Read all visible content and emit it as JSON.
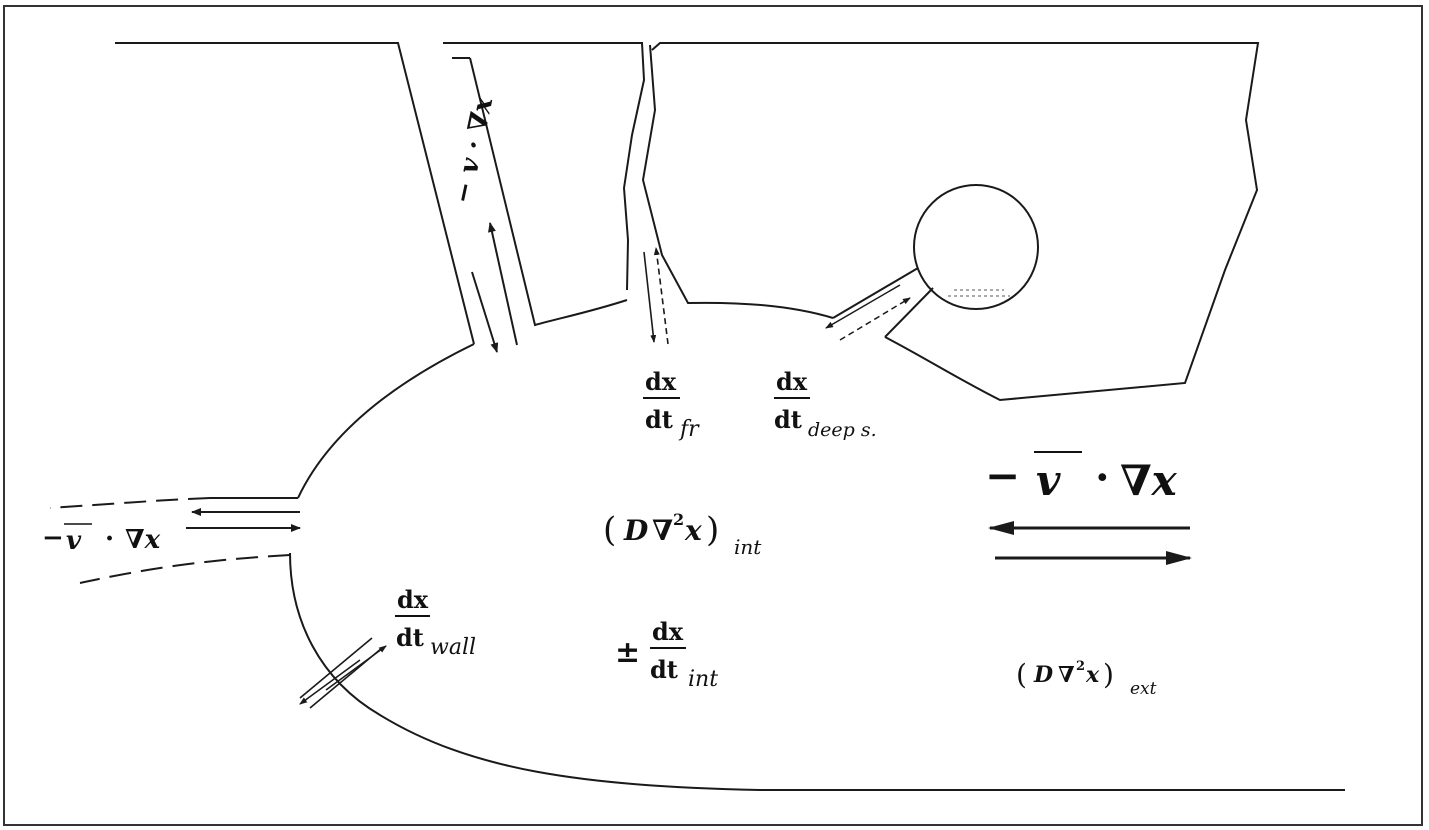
{
  "labels": {
    "adv_channel": "− v · ∇x",
    "frac_num": "dx",
    "frac_den": "dt",
    "fr_sub": "fr",
    "deep_sub": "deep s.",
    "wall_sub": "wall",
    "int_sub": "int",
    "ext_sub": "ext",
    "pm": "±",
    "diff_open": "(",
    "diff_D": "D",
    "diff_nabla": "∇",
    "diff_sup": "2",
    "diff_x": "x",
    "diff_close": ")",
    "adv_minus": "−",
    "adv_v": "v",
    "adv_dot": "·",
    "adv_grad": "∇x"
  }
}
